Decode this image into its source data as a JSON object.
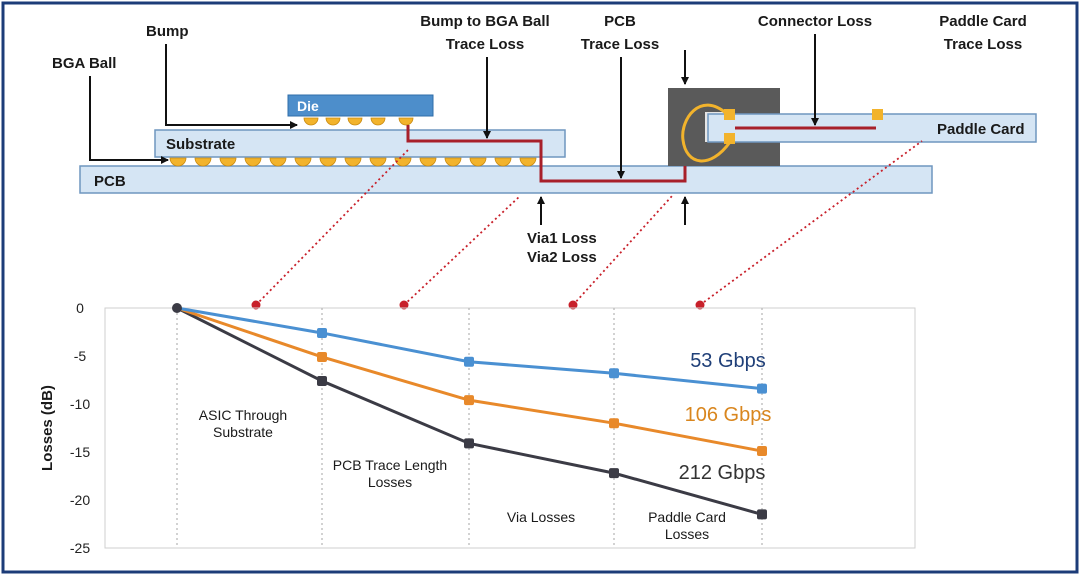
{
  "diagram": {
    "labels": {
      "bump": "Bump",
      "bga_ball": "BGA Ball",
      "bump_to_bga_line1": "Bump to BGA Ball",
      "bump_to_bga_line2": "Trace Loss",
      "pcb_trace_line1": "PCB",
      "pcb_trace_line2": "Trace Loss",
      "connector_loss": "Connector Loss",
      "paddle_trace_line1": "Paddle Card",
      "paddle_trace_line2": "Trace Loss",
      "die": "Die",
      "substrate": "Substrate",
      "pcb": "PCB",
      "paddle_card": "Paddle Card",
      "via1": "Via1 Loss",
      "via2": "Via2 Loss"
    },
    "colors": {
      "trace": "#a8202a",
      "die": "#4d8ecb",
      "board": "#d5e5f4",
      "board_stroke": "#6f96bf",
      "bump": "#f2b32c",
      "connector": "#5a5a5a",
      "pointer_dot": "#c8202a"
    }
  },
  "chart_data": {
    "type": "line",
    "ylabel": "Losses (dB)",
    "ylim": [
      -25,
      0
    ],
    "yticks": [
      "0",
      "-5",
      "-10",
      "-15",
      "-20",
      "-25"
    ],
    "ytick_values": [
      0,
      -5,
      -10,
      -15,
      -20,
      -25
    ],
    "x": [
      0,
      1,
      2,
      3,
      4
    ],
    "series": [
      {
        "name": "53 Gbps",
        "color": "#4a90d2",
        "values": [
          0,
          -2.6,
          -5.6,
          -6.8,
          -8.4
        ]
      },
      {
        "name": "106 Gbps",
        "color": "#e8892a",
        "values": [
          0,
          -5.1,
          -9.6,
          -12.0,
          -14.9
        ]
      },
      {
        "name": "212 Gbps",
        "color": "#3b3b45",
        "values": [
          0,
          -7.6,
          -14.1,
          -17.2,
          -21.5
        ]
      }
    ],
    "annotations": [
      {
        "lines": [
          "ASIC Through",
          "Substrate"
        ]
      },
      {
        "lines": [
          "PCB Trace Length",
          "Losses"
        ]
      },
      {
        "lines": [
          "Via Losses"
        ]
      },
      {
        "lines": [
          "Paddle Card",
          "Losses"
        ]
      }
    ],
    "grid": "vertical-dotted"
  }
}
